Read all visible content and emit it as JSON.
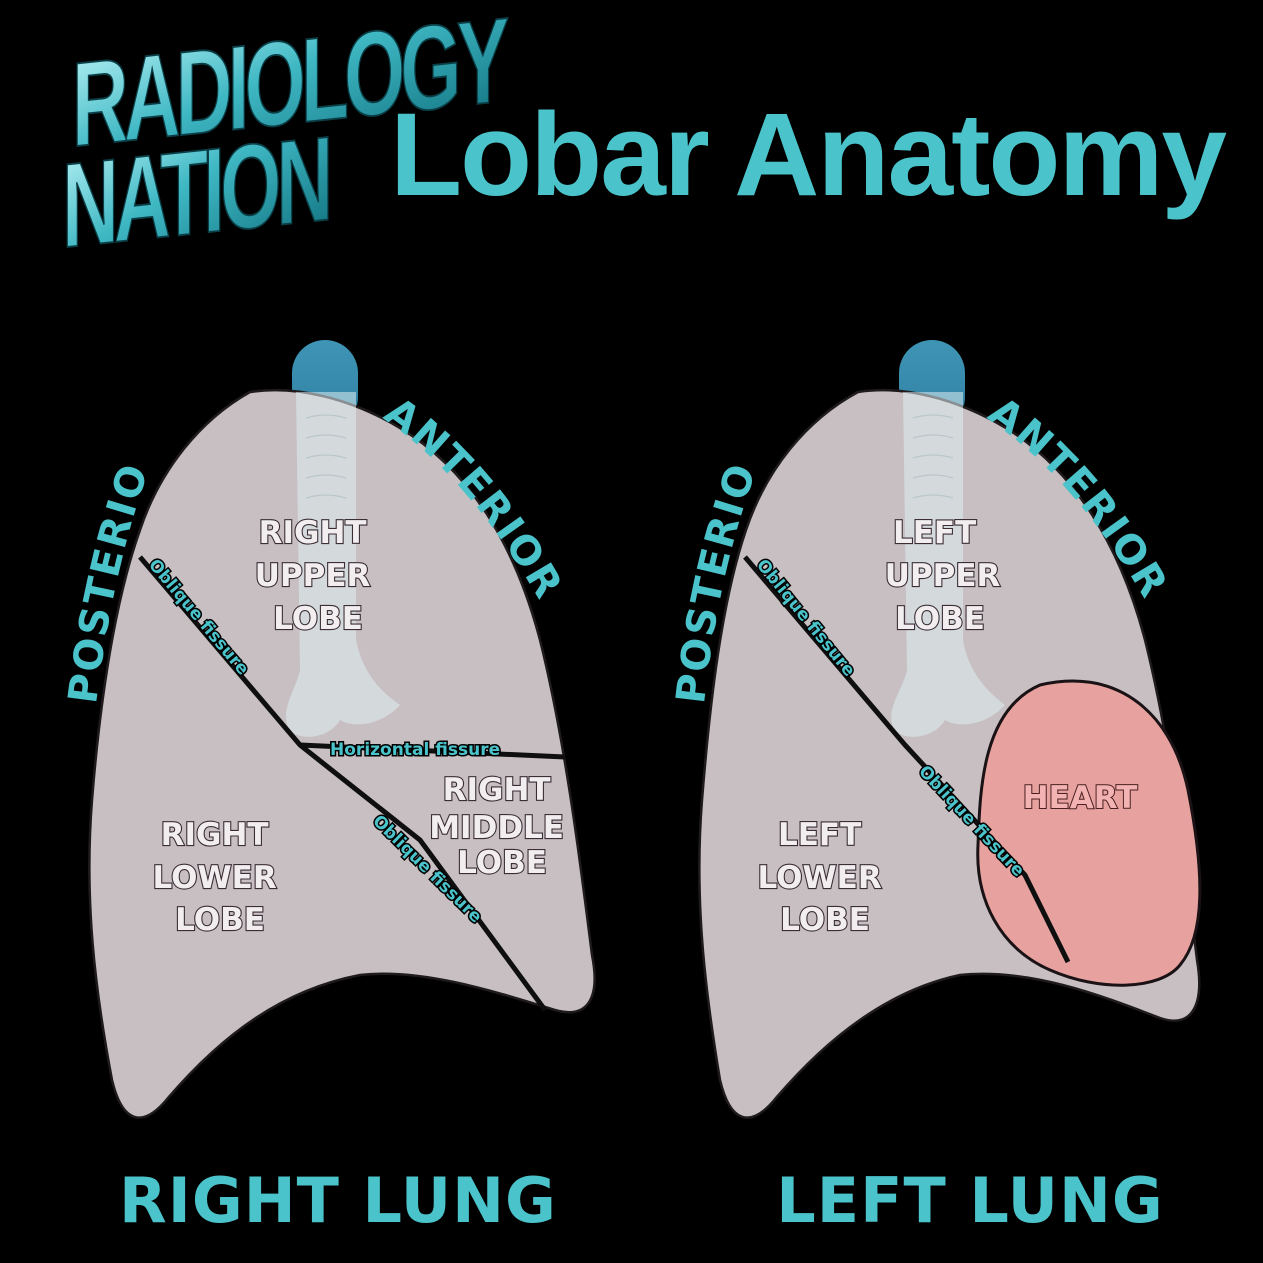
{
  "colors": {
    "background": "#000000",
    "accent": "#4ac3ca",
    "lung_fill": "#c7bfc2",
    "trachea_top": "#3d8fb0",
    "heart_fill": "#e7a2a0"
  },
  "logo": {
    "line1": "RADIOLOGY",
    "line2": "NATION"
  },
  "title": "Lobar Anatomy",
  "right_lung": {
    "name": "RIGHT LUNG",
    "posterior": "POSTERIOR",
    "anterior": "ANTERIOR",
    "upper_lobe": [
      "RIGHT",
      "UPPER",
      "LOBE"
    ],
    "middle_lobe": [
      "RIGHT",
      "MIDDLE",
      "LOBE"
    ],
    "lower_lobe": [
      "RIGHT",
      "LOWER",
      "LOBE"
    ],
    "oblique_fissure": "Oblique fissure",
    "horizontal_fissure": "Horizontal fissure"
  },
  "left_lung": {
    "name": "LEFT LUNG",
    "posterior": "POSTERIOR",
    "anterior": "ANTERIOR",
    "upper_lobe": [
      "LEFT",
      "UPPER",
      "LOBE"
    ],
    "lower_lobe": [
      "LEFT",
      "LOWER",
      "LOBE"
    ],
    "heart": "HEART",
    "oblique_fissure": "Oblique fissure"
  }
}
